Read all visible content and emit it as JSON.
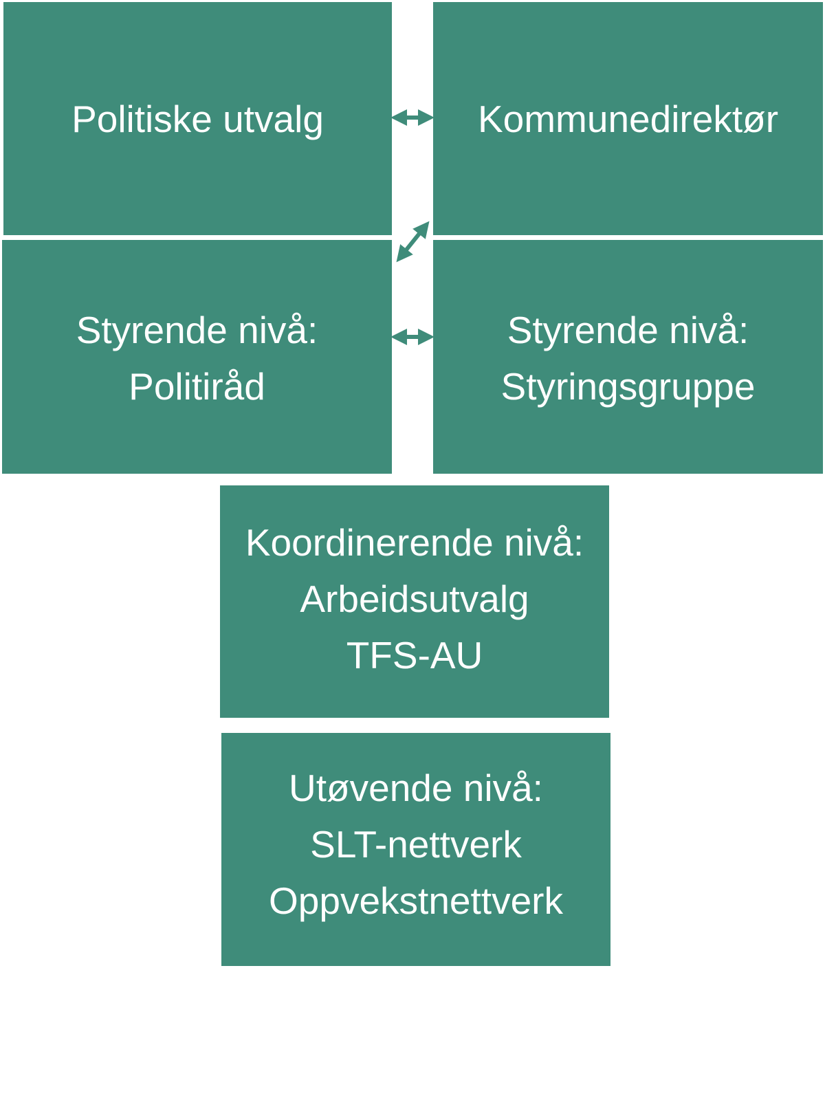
{
  "colors": {
    "box_fill": "#3f8c7a",
    "text": "#ffffff",
    "arrow": "#3f8c7a",
    "background": "#ffffff"
  },
  "boxes": {
    "politiske_utvalg": {
      "lines": [
        "Politiske utvalg"
      ]
    },
    "kommunedirektor": {
      "lines": [
        "Kommunedirektør"
      ]
    },
    "politirad": {
      "lines": [
        "Styrende nivå:",
        "Politiråd"
      ]
    },
    "styringsgruppe": {
      "lines": [
        "Styrende nivå:",
        "Styringsgruppe"
      ]
    },
    "koordinerende": {
      "lines": [
        "Koordinerende nivå:",
        "Arbeidsutvalg",
        "TFS-AU"
      ]
    },
    "utovende": {
      "lines": [
        "Utøvende nivå:",
        "SLT-nettverk",
        "Oppvekstnettverk"
      ]
    }
  },
  "connectors": [
    {
      "from": "politiske_utvalg",
      "to": "kommunedirektor",
      "type": "double-arrow"
    },
    {
      "from": "politirad",
      "to": "kommunedirektor",
      "type": "double-arrow"
    },
    {
      "from": "politirad",
      "to": "styringsgruppe",
      "type": "double-arrow"
    }
  ]
}
